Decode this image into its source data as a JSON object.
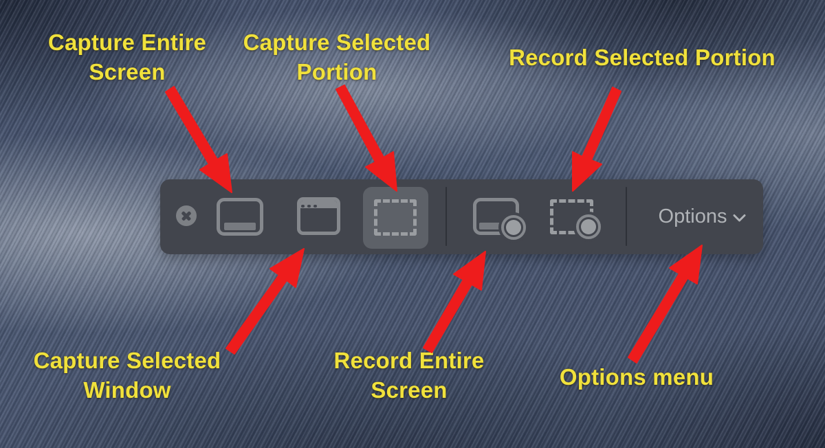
{
  "annotations": [
    {
      "id": "capture-entire-screen",
      "label": "Capture Entire\nScreen"
    },
    {
      "id": "capture-selected-portion",
      "label": "Capture Selected\nPortion"
    },
    {
      "id": "record-selected-portion",
      "label": "Record Selected Portion"
    },
    {
      "id": "capture-selected-window",
      "label": "Capture Selected\nWindow"
    },
    {
      "id": "record-entire-screen",
      "label": "Record Entire\nScreen"
    },
    {
      "id": "options-menu",
      "label": "Options menu"
    }
  ],
  "toolbar": {
    "options_label": "Options",
    "buttons": [
      {
        "name": "close",
        "icon": "close-icon",
        "selected": false
      },
      {
        "name": "capture-entire-screen",
        "icon": "capture-entire-screen-icon",
        "selected": false
      },
      {
        "name": "capture-selected-window",
        "icon": "capture-selected-window-icon",
        "selected": false
      },
      {
        "name": "capture-selected-portion",
        "icon": "capture-selected-portion-icon",
        "selected": true
      },
      {
        "name": "record-entire-screen",
        "icon": "record-entire-screen-icon",
        "selected": false
      },
      {
        "name": "record-selected-portion",
        "icon": "record-selected-portion-icon",
        "selected": false
      },
      {
        "name": "options-menu",
        "icon": "chevron-down-icon",
        "selected": false
      }
    ]
  },
  "colors": {
    "annotation_yellow": "#f0e13c",
    "arrow_red": "#ee1c1c",
    "toolbar_bg": "#42454d",
    "icon_gray": "#85888d",
    "selected_button_bg": "#5d6168",
    "options_text": "#b0b3b7",
    "background_blue": "#46536d"
  }
}
